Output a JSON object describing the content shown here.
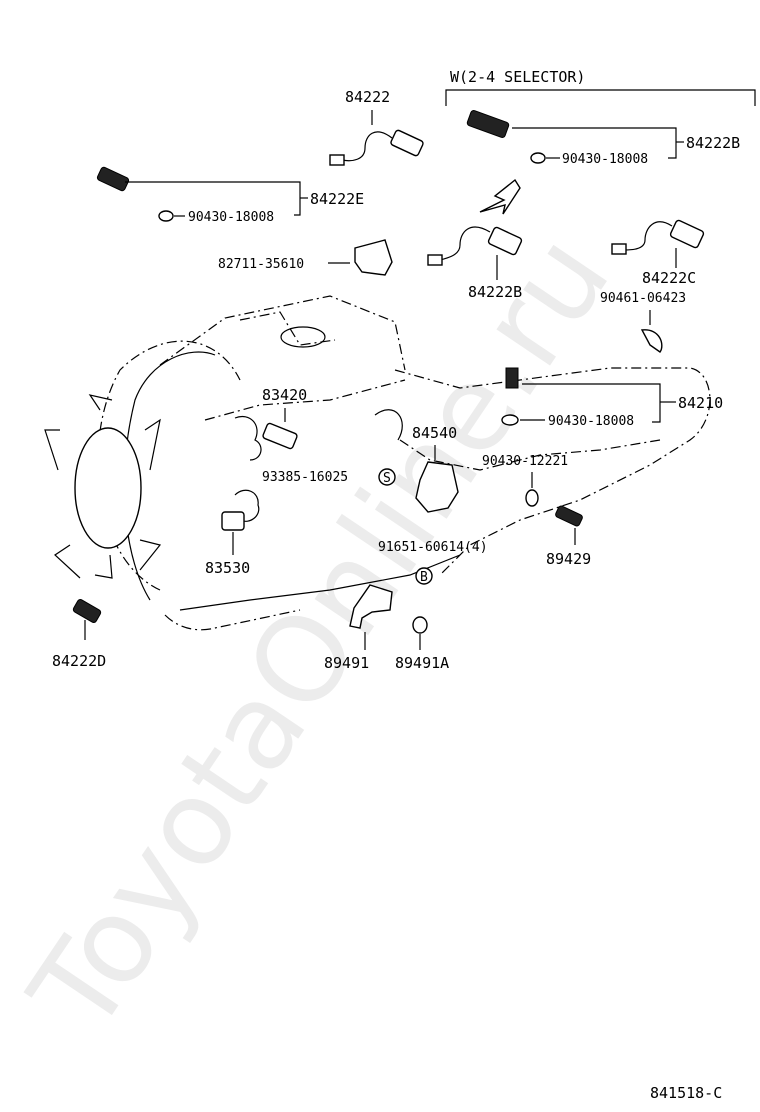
{
  "watermark": "ToyotaOnline.ru",
  "figure_id": "841518-C",
  "selector_note": "W(2-4 SELECTOR)",
  "parts": {
    "p84222": "84222",
    "p84222B_top": "84222B",
    "p90430_18008_top": "90430-18008",
    "p84222E": "84222E",
    "p90430_18008_left": "90430-18008",
    "p82711": "82711-35610",
    "p84222B_mid": "84222B",
    "p84222C": "84222C",
    "p90461": "90461-06423",
    "p83420": "83420",
    "p84540": "84540",
    "p84210": "84210",
    "p90430_18008_right": "90430-18008",
    "p90430_12221": "90430-12221",
    "p93385": "93385-16025",
    "p91651": "91651-60614(4)",
    "p89429": "89429",
    "p83530": "83530",
    "p84222D": "84222D",
    "p89491": "89491",
    "p89491A": "89491A"
  },
  "markers": {
    "s": "S",
    "b": "B"
  }
}
